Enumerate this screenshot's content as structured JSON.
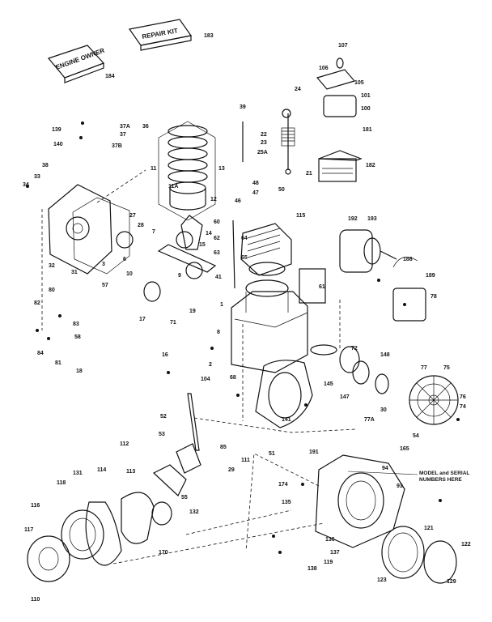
{
  "box_labels": {
    "manual_left": "ENGINE OWNER",
    "manual_top": "REPAIR KIT"
  },
  "note": {
    "line1": "MODEL and SERIAL",
    "line2": "NUMBERS HERE"
  },
  "callouts": [
    {
      "id": "c1",
      "t": "184"
    },
    {
      "id": "c2",
      "t": "183"
    },
    {
      "id": "c3",
      "t": "107"
    },
    {
      "id": "c4",
      "t": "106"
    },
    {
      "id": "c5",
      "t": "105"
    },
    {
      "id": "c6",
      "t": "101"
    },
    {
      "id": "c7",
      "t": "100"
    },
    {
      "id": "c8",
      "t": "139"
    },
    {
      "id": "c9",
      "t": "140"
    },
    {
      "id": "c10",
      "t": "37B"
    },
    {
      "id": "c11",
      "t": "37"
    },
    {
      "id": "c12",
      "t": "36"
    },
    {
      "id": "c13",
      "t": "37A"
    },
    {
      "id": "c14",
      "t": "39"
    },
    {
      "id": "c15",
      "t": "24"
    },
    {
      "id": "c16",
      "t": "22"
    },
    {
      "id": "c17",
      "t": "23"
    },
    {
      "id": "c18",
      "t": "25A"
    },
    {
      "id": "c19",
      "t": "21"
    },
    {
      "id": "c20",
      "t": "181"
    },
    {
      "id": "c21",
      "t": "182"
    },
    {
      "id": "c22",
      "t": "33"
    },
    {
      "id": "c23",
      "t": "38"
    },
    {
      "id": "c24",
      "t": "34"
    },
    {
      "id": "c25",
      "t": "11"
    },
    {
      "id": "c26",
      "t": "13"
    },
    {
      "id": "c27",
      "t": "11A"
    },
    {
      "id": "c28",
      "t": "12"
    },
    {
      "id": "c29",
      "t": "27"
    },
    {
      "id": "c30",
      "t": "28"
    },
    {
      "id": "c31",
      "t": "47"
    },
    {
      "id": "c32",
      "t": "48"
    },
    {
      "id": "c33",
      "t": "46"
    },
    {
      "id": "c34",
      "t": "50"
    },
    {
      "id": "c35",
      "t": "60"
    },
    {
      "id": "c36",
      "t": "115"
    },
    {
      "id": "c37",
      "t": "192"
    },
    {
      "id": "c38",
      "t": "193"
    },
    {
      "id": "c39",
      "t": "62"
    },
    {
      "id": "c40",
      "t": "63"
    },
    {
      "id": "c41",
      "t": "64"
    },
    {
      "id": "c42",
      "t": "65"
    },
    {
      "id": "c43",
      "t": "32"
    },
    {
      "id": "c44",
      "t": "31"
    },
    {
      "id": "c45",
      "t": "3"
    },
    {
      "id": "c46",
      "t": "6"
    },
    {
      "id": "c47",
      "t": "7"
    },
    {
      "id": "c48",
      "t": "10"
    },
    {
      "id": "c49",
      "t": "9"
    },
    {
      "id": "c50",
      "t": "14"
    },
    {
      "id": "c51",
      "t": "15"
    },
    {
      "id": "c52",
      "t": "41"
    },
    {
      "id": "c53",
      "t": "61"
    },
    {
      "id": "c54",
      "t": "188"
    },
    {
      "id": "c55",
      "t": "189"
    },
    {
      "id": "c56",
      "t": "78"
    },
    {
      "id": "c57",
      "t": "57"
    },
    {
      "id": "c58",
      "t": "82"
    },
    {
      "id": "c59",
      "t": "80"
    },
    {
      "id": "c60",
      "t": "83"
    },
    {
      "id": "c61",
      "t": "58"
    },
    {
      "id": "c62",
      "t": "84"
    },
    {
      "id": "c63",
      "t": "81"
    },
    {
      "id": "c64",
      "t": "18"
    },
    {
      "id": "c65",
      "t": "17"
    },
    {
      "id": "c66",
      "t": "71"
    },
    {
      "id": "c67",
      "t": "1"
    },
    {
      "id": "c68",
      "t": "8"
    },
    {
      "id": "c69",
      "t": "2"
    },
    {
      "id": "c70",
      "t": "68"
    },
    {
      "id": "c71",
      "t": "104"
    },
    {
      "id": "c72",
      "t": "72"
    },
    {
      "id": "c73",
      "t": "145"
    },
    {
      "id": "c74",
      "t": "147"
    },
    {
      "id": "c75",
      "t": "148"
    },
    {
      "id": "c76",
      "t": "77"
    },
    {
      "id": "c77",
      "t": "75"
    },
    {
      "id": "c78",
      "t": "76"
    },
    {
      "id": "c79",
      "t": "74"
    },
    {
      "id": "c80",
      "t": "141"
    },
    {
      "id": "c81",
      "t": "30"
    },
    {
      "id": "c82",
      "t": "77A"
    },
    {
      "id": "c83",
      "t": "165"
    },
    {
      "id": "c84",
      "t": "54"
    },
    {
      "id": "c85",
      "t": "85"
    },
    {
      "id": "c86",
      "t": "111"
    },
    {
      "id": "c87",
      "t": "112"
    },
    {
      "id": "c88",
      "t": "113"
    },
    {
      "id": "c89",
      "t": "114"
    },
    {
      "id": "c90",
      "t": "131"
    },
    {
      "id": "c91",
      "t": "118"
    },
    {
      "id": "c92",
      "t": "116"
    },
    {
      "id": "c93",
      "t": "117"
    },
    {
      "id": "c94",
      "t": "110"
    },
    {
      "id": "c95",
      "t": "132"
    },
    {
      "id": "c96",
      "t": "170"
    },
    {
      "id": "c97",
      "t": "94"
    },
    {
      "id": "c98",
      "t": "93"
    },
    {
      "id": "c99",
      "t": "174"
    },
    {
      "id": "c100",
      "t": "135"
    },
    {
      "id": "c101",
      "t": "136"
    },
    {
      "id": "c102",
      "t": "137"
    },
    {
      "id": "c103",
      "t": "138"
    },
    {
      "id": "c104",
      "t": "119"
    },
    {
      "id": "c105",
      "t": "121"
    },
    {
      "id": "c106",
      "t": "122"
    },
    {
      "id": "c107",
      "t": "123"
    },
    {
      "id": "c108",
      "t": "129"
    },
    {
      "id": "c109",
      "t": "191"
    },
    {
      "id": "c110",
      "t": "55"
    },
    {
      "id": "c111",
      "t": "52"
    },
    {
      "id": "c112",
      "t": "53"
    },
    {
      "id": "c113",
      "t": "51"
    },
    {
      "id": "c114",
      "t": "29"
    },
    {
      "id": "c115",
      "t": "16"
    },
    {
      "id": "c116",
      "t": "19"
    }
  ]
}
